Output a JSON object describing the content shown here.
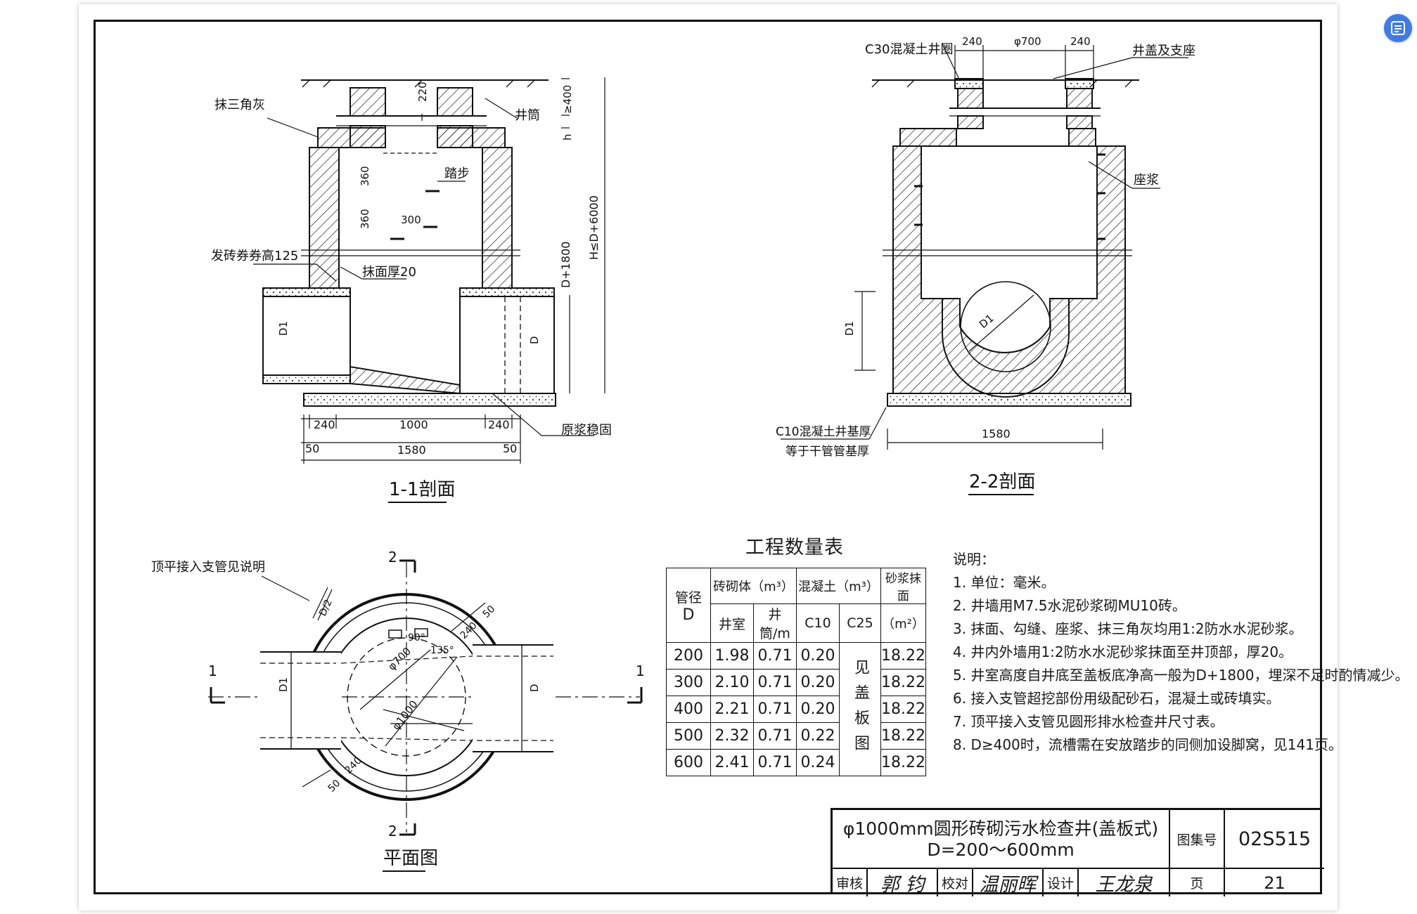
{
  "drawing": {
    "section_1_1": {
      "title": "1-1剖面",
      "labels": {
        "plaster_triangle": "抹三角灰",
        "shaft": "井筒",
        "step": "踏步",
        "arch": "发砖券券高125",
        "plaster_thick": "抹面厚20",
        "original_slurry": "原浆稳固",
        "height_total": "H≤D+6000",
        "height_chamber": "D+1800",
        "d1": "D1",
        "d": "D",
        "h": "h"
      },
      "dims": {
        "d220": "220",
        "d400": "≥400",
        "d360a": "360",
        "d360b": "360",
        "d300": "300",
        "d240a": "240",
        "d1000": "1000",
        "d240b": "240",
        "d50a": "50",
        "d1580": "1580",
        "d50b": "50"
      }
    },
    "section_2_2": {
      "title": "2-2剖面",
      "labels": {
        "c30_ring": "C30混凝土井圈",
        "cover": "井盖及支座",
        "seat_slurry": "座浆",
        "base_line1": "C10混凝土井基厚",
        "base_line2": "等于干管管基厚",
        "d1": "D1"
      },
      "dims": {
        "d240a": "240",
        "d700": "φ700",
        "d240b": "240",
        "d1580": "1580"
      }
    },
    "plan": {
      "title": "平面图",
      "labels": {
        "top_flat": "顶平接入支管见说明",
        "sec1_left": "1",
        "sec1_right": "1",
        "sec2_top": "2",
        "sec2_bottom": "2",
        "d1": "D1",
        "d": "D",
        "phi700": "φ700",
        "phi1000": "φ1000",
        "d12": "D/2",
        "deg90": "90°",
        "deg135": "135°",
        "d240a": "240",
        "d50a": "50",
        "d240b": "240",
        "d50b": "50"
      }
    }
  },
  "quantity_table": {
    "title": "工程数量表",
    "headers": {
      "pipe": "管径",
      "pipe_d": "D",
      "brick": "砖砌体（m³）",
      "brick_chamber": "井室",
      "brick_shaft": "井筒/m",
      "concrete": "混凝土（m³）",
      "c10": "C10",
      "c25": "C25",
      "mortar": "砂浆抹面",
      "mortar_unit": "（m²）"
    },
    "c25_note": "见盖板图",
    "rows": [
      {
        "d": "200",
        "chamber": "1.98",
        "shaft": "0.71",
        "c10": "0.20",
        "mortar": "18.22"
      },
      {
        "d": "300",
        "chamber": "2.10",
        "shaft": "0.71",
        "c10": "0.20",
        "mortar": "18.22"
      },
      {
        "d": "400",
        "chamber": "2.21",
        "shaft": "0.71",
        "c10": "0.20",
        "mortar": "18.22"
      },
      {
        "d": "500",
        "chamber": "2.32",
        "shaft": "0.71",
        "c10": "0.22",
        "mortar": "18.22"
      },
      {
        "d": "600",
        "chamber": "2.41",
        "shaft": "0.71",
        "c10": "0.24",
        "mortar": "18.22"
      }
    ]
  },
  "notes": {
    "heading": "说明：",
    "items": [
      "1. 单位：毫米。",
      "2. 井墙用M7.5水泥砂浆砌MU10砖。",
      "3. 抹面、勾缝、座浆、抹三角灰均用1:2防水水泥砂浆。",
      "4. 井内外墙用1:2防水水泥砂浆抹面至井顶部，厚20。",
      "5. 井室高度自井底至盖板底净高一般为D+1800，埋深不足时酌情减少。",
      "6. 接入支管超挖部份用级配砂石，混凝土或砖填实。",
      "7. 顶平接入支管见圆形排水检查井尺寸表。",
      "8. D≥400时，流槽需在安放踏步的同侧加设脚窝，见141页。"
    ]
  },
  "title_block": {
    "title_line1": "φ1000mm圆形砖砌污水检查井(盖板式)",
    "title_line2": "D=200～600mm",
    "atlas_label": "图集号",
    "atlas_no": "02S515",
    "review_label": "审核",
    "review_sig": "郭 钧",
    "check_label": "校对",
    "check_sig": "温丽晖",
    "design_label": "设计",
    "design_sig": "王龙泉",
    "page_label": "页",
    "page_no": "21"
  },
  "colors": {
    "ink": "#111111",
    "fab": "#3f7be6",
    "background": "#ffffff"
  },
  "icons": {
    "fab": "translate-icon"
  }
}
